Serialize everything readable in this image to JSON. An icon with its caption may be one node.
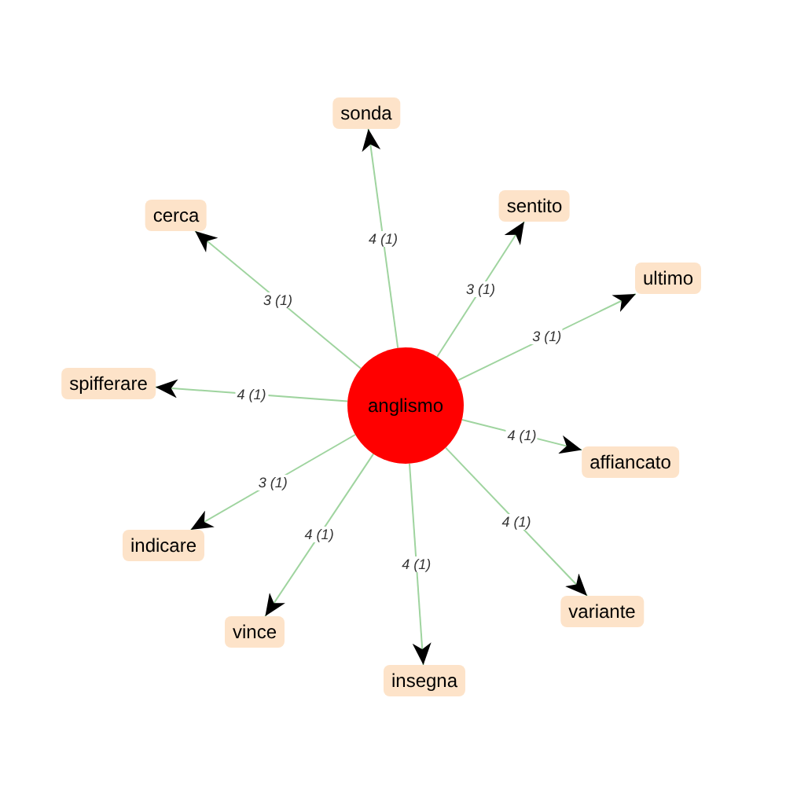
{
  "diagram": {
    "nodes": [
      {
        "text": [
          "sonda"
        ]
      },
      {
        "text": [
          "cerca"
        ]
      },
      {
        "text": [
          "sentito"
        ]
      },
      {
        "text": [
          "ultimo"
        ]
      },
      {
        "text": [
          "spifferare"
        ]
      },
      {
        "text": [
          "anglismo"
        ]
      },
      {
        "text": [
          "affiancato"
        ]
      },
      {
        "text": [
          "indicare"
        ]
      },
      {
        "text": [
          "variante"
        ]
      },
      {
        "text": [
          "vince"
        ]
      },
      {
        "text": [
          "insegna"
        ]
      }
    ],
    "edges": [
      {
        "from": 5,
        "to": 0,
        "arrow": "to",
        "label": "4 (1)"
      },
      {
        "from": 5,
        "to": 1,
        "arrow": "to",
        "label": "3 (1)"
      },
      {
        "from": 5,
        "to": 2,
        "arrow": "to",
        "label": "3 (1)"
      },
      {
        "from": 5,
        "to": 3,
        "arrow": "to",
        "label": "3 (1)"
      },
      {
        "from": 5,
        "to": 4,
        "arrow": "to",
        "label": "4 (1)"
      },
      {
        "from": 5,
        "to": 6,
        "arrow": "to",
        "label": "4 (1)"
      },
      {
        "from": 5,
        "to": 7,
        "arrow": "to",
        "label": "3 (1)"
      },
      {
        "from": 5,
        "to": 8,
        "arrow": "to",
        "label": "4 (1)"
      },
      {
        "from": 5,
        "to": 9,
        "arrow": "to",
        "label": "4 (1)"
      },
      {
        "from": 5,
        "to": 10,
        "arrow": "to",
        "label": "4 (1)"
      }
    ]
  }
}
